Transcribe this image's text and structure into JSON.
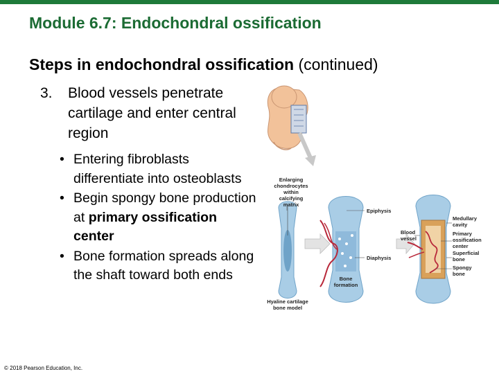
{
  "slide": {
    "title": "Module 6.7: Endochondral ossification",
    "subtitle_bold": "Steps in endochondral ossification",
    "subtitle_rest": " (continued)",
    "step_number": "3.",
    "step_text": "Blood vessels penetrate cartilage and enter central region",
    "bullets": [
      {
        "pre": "Entering fibroblasts differentiate into osteoblasts",
        "bold": "",
        "post": ""
      },
      {
        "pre": "Begin spongy bone production at ",
        "bold": "primary ossification center",
        "post": ""
      },
      {
        "pre": "Bone formation spreads along the shaft toward both ends",
        "bold": "",
        "post": ""
      }
    ],
    "bullet_symbol": "•",
    "copyright": "© 2018 Pearson Education, Inc."
  },
  "figure": {
    "labels": {
      "enlarging_1": "Enlarging",
      "enlarging_2": "chondrocytes",
      "enlarging_3": "within",
      "enlarging_4": "calcifying",
      "enlarging_5": "matrix",
      "hyaline_1": "Hyaline cartilage",
      "hyaline_2": "bone model",
      "epiphysis": "Epiphysis",
      "diaphysis": "Diaphysis",
      "bone_formation_1": "Bone",
      "bone_formation_2": "formation",
      "blood_vessel_1": "Blood",
      "blood_vessel_2": "vessel",
      "medullary_1": "Medullary",
      "medullary_2": "cavity",
      "primary_1": "Primary",
      "primary_2": "ossification",
      "primary_3": "center",
      "superficial_1": "Superficial",
      "superficial_2": "bone",
      "spongy_1": "Spongy",
      "spongy_2": "bone"
    },
    "colors": {
      "cartilage": "#a9cde6",
      "cartilage_dark": "#6fa3c8",
      "vessel": "#b8283a",
      "bone": "#d9a15a",
      "embryo": "#f2c29a",
      "arrow": "#c8c8c8"
    }
  }
}
